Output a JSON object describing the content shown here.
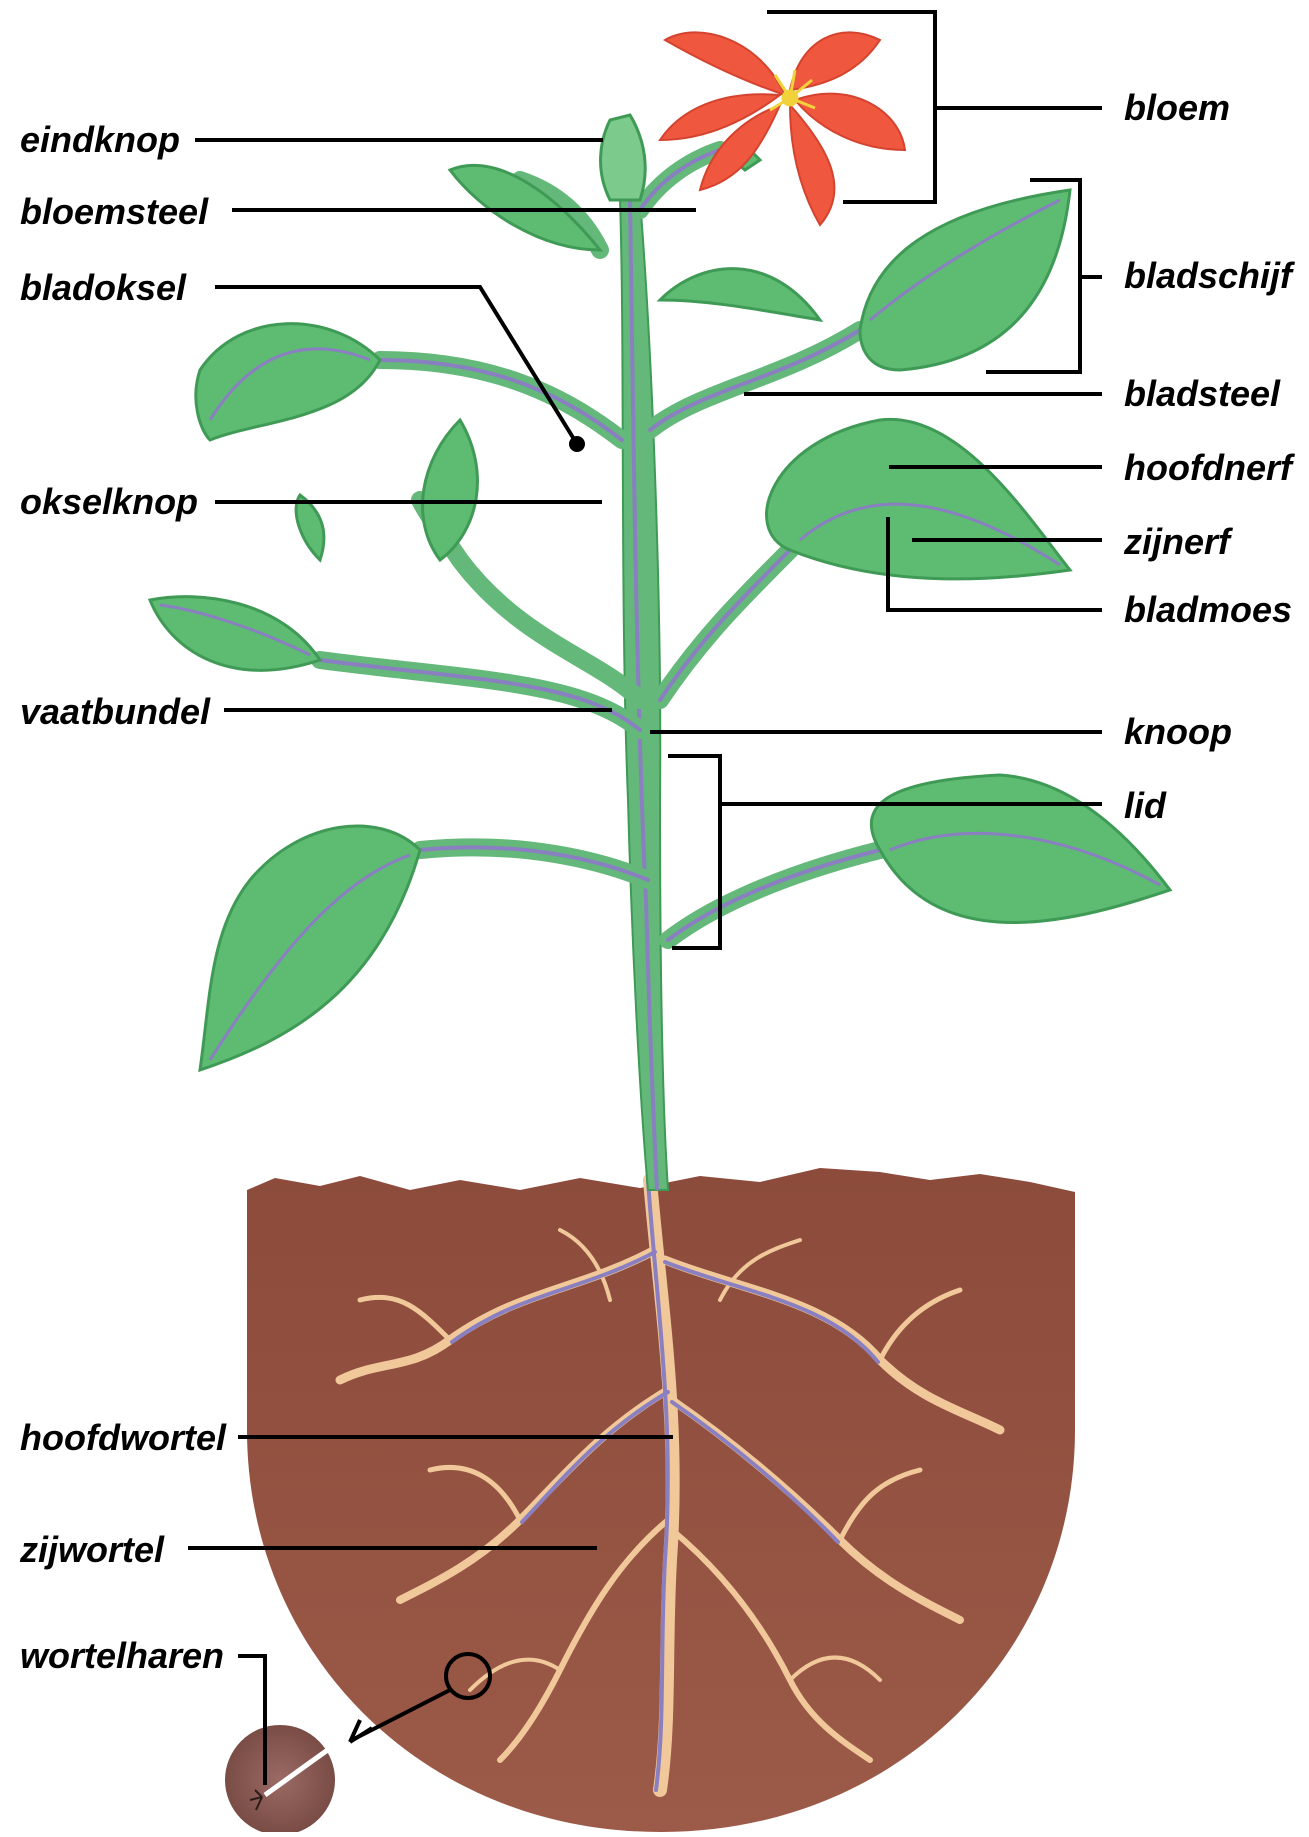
{
  "labels": {
    "eindknop": "eindknop",
    "bloemsteel": "bloemsteel",
    "bladoksel": "bladoksel",
    "okselknop": "okselknop",
    "vaatbundel": "vaatbundel",
    "hoofdwortel": "hoofdwortel",
    "zijwortel": "zijwortel",
    "wortelharen": "wortelharen",
    "bloem": "bloem",
    "bladschijf": "bladschijf",
    "bladsteel": "bladsteel",
    "hoofdnerf": "hoofdnerf",
    "zijnerf": "zijnerf",
    "bladmoes": "bladmoes",
    "knoop": "knoop",
    "lid": "lid"
  },
  "colors": {
    "leaf": "#5dbb72",
    "leaf_edge": "#3f9a56",
    "stem": "#63b87a",
    "vein": "#8a7fc0",
    "petal": "#f0573f",
    "stamen": "#f2d23a",
    "soil": "#8a4a3a",
    "root": "#f0c89a"
  }
}
